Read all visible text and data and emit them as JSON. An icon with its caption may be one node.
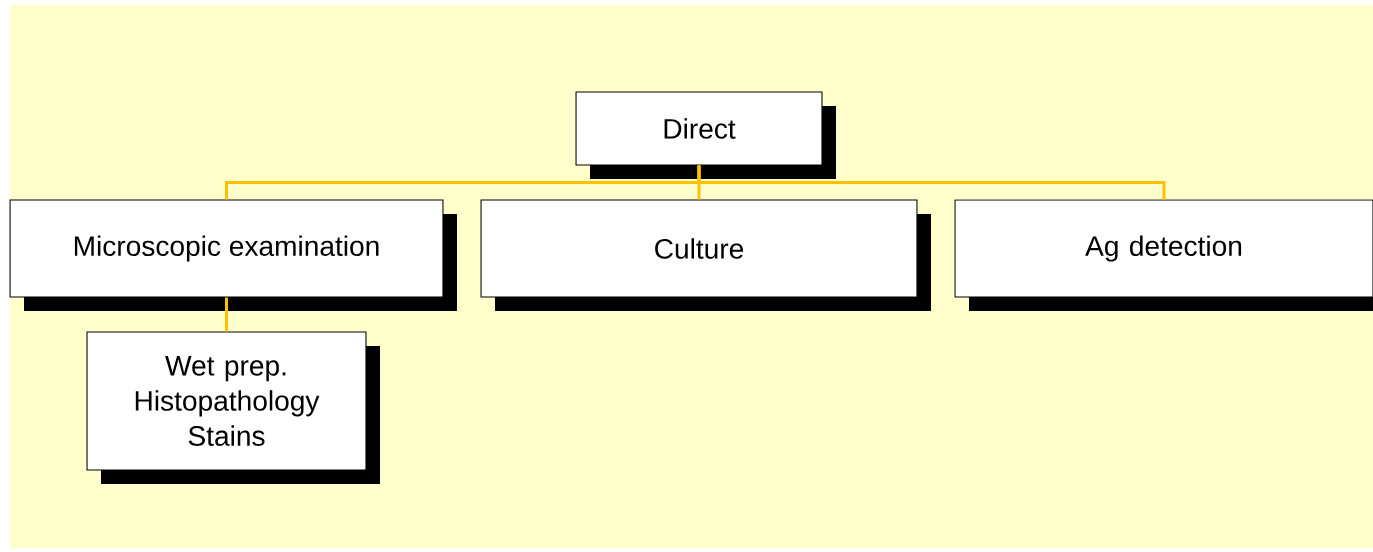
{
  "diagram": {
    "nodes": [
      {
        "text": [
          "Direct"
        ]
      },
      {
        "text": [
          "Microscopic examination"
        ]
      },
      {
        "text": [
          "Culture"
        ]
      },
      {
        "text": [
          "Ag detection"
        ]
      },
      {
        "text": [
          "Wet prep. Histopathology Stains"
        ]
      }
    ],
    "edges": [
      {
        "from": 0,
        "to": 1,
        "arrow": "none"
      },
      {
        "from": 0,
        "to": 2,
        "arrow": "none"
      },
      {
        "from": 0,
        "to": 3,
        "arrow": "none"
      },
      {
        "from": 1,
        "to": 4,
        "arrow": "none"
      }
    ]
  }
}
